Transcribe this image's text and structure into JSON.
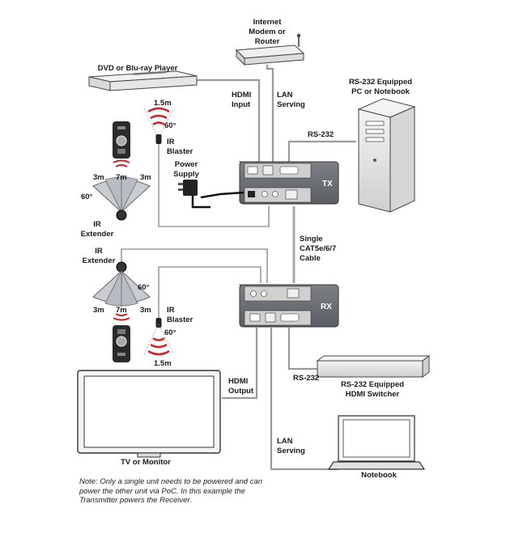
{
  "labels": {
    "router": [
      "Internet",
      "Modem or",
      "Router"
    ],
    "dvd": "DVD or Blu-ray Player",
    "pc": [
      "RS-232 Equipped",
      "PC or Notebook"
    ],
    "hdmi_input": [
      "HDMI",
      "Input"
    ],
    "lan_top": [
      "LAN",
      "Serving"
    ],
    "rs232_top": "RS-232",
    "blaster_range_top": "1.5m",
    "angle_top": "60°",
    "ir_blaster_top": [
      "IR",
      "Blaster"
    ],
    "power_supply": [
      "Power",
      "Supply"
    ],
    "range_top": [
      "3m",
      "7m",
      "3m"
    ],
    "angle_left_top": "60°",
    "ir_extender_top": [
      "IR",
      "Extender"
    ],
    "tx": "TX",
    "rx": "RX",
    "cable": [
      "Single",
      "CAT5e/6/7",
      "Cable"
    ],
    "ir_extender_bottom": [
      "IR",
      "Extender"
    ],
    "angle_right_bottom": "60°",
    "range_bottom": [
      "3m",
      "7m",
      "3m"
    ],
    "ir_blaster_bottom": [
      "IR",
      "Blaster"
    ],
    "angle_bottom": "60°",
    "blaster_range_bottom": "1.5m",
    "rs232_bottom": "RS-232",
    "switcher": [
      "RS-232 Equipped",
      "HDMI Switcher"
    ],
    "hdmi_output": [
      "HDMI",
      "Output"
    ],
    "lan_bottom": [
      "LAN",
      "Serving"
    ],
    "tv": "TV or Monitor",
    "notebook": "Notebook"
  },
  "note": "Note: Only a single unit needs to be powered and can power the other unit via PoC. In this example the Transmitter powers the Receiver.",
  "colors": {
    "unit_fill": "#6b6f73",
    "ir_red": "#c8242a",
    "line": "#8a8a8a"
  }
}
